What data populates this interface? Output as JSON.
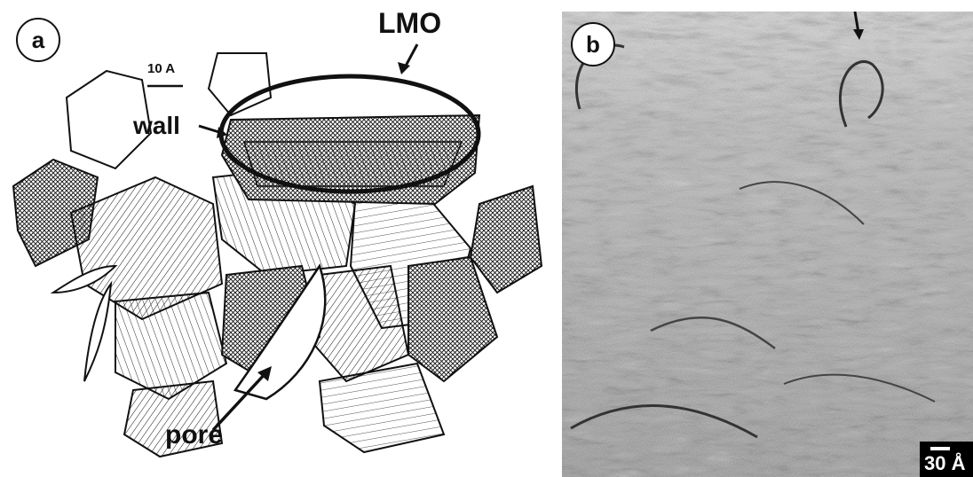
{
  "panel_a": {
    "letter": "a",
    "labels": {
      "lmo": "LMO",
      "wall": "wall",
      "pore": "pore",
      "scale": "10 A"
    }
  },
  "panel_b": {
    "letter": "b",
    "scale": "30 Å"
  },
  "colors": {
    "ink": "#111111",
    "paper": "#ffffff",
    "micrograph_bg": "#c4c4c4"
  }
}
